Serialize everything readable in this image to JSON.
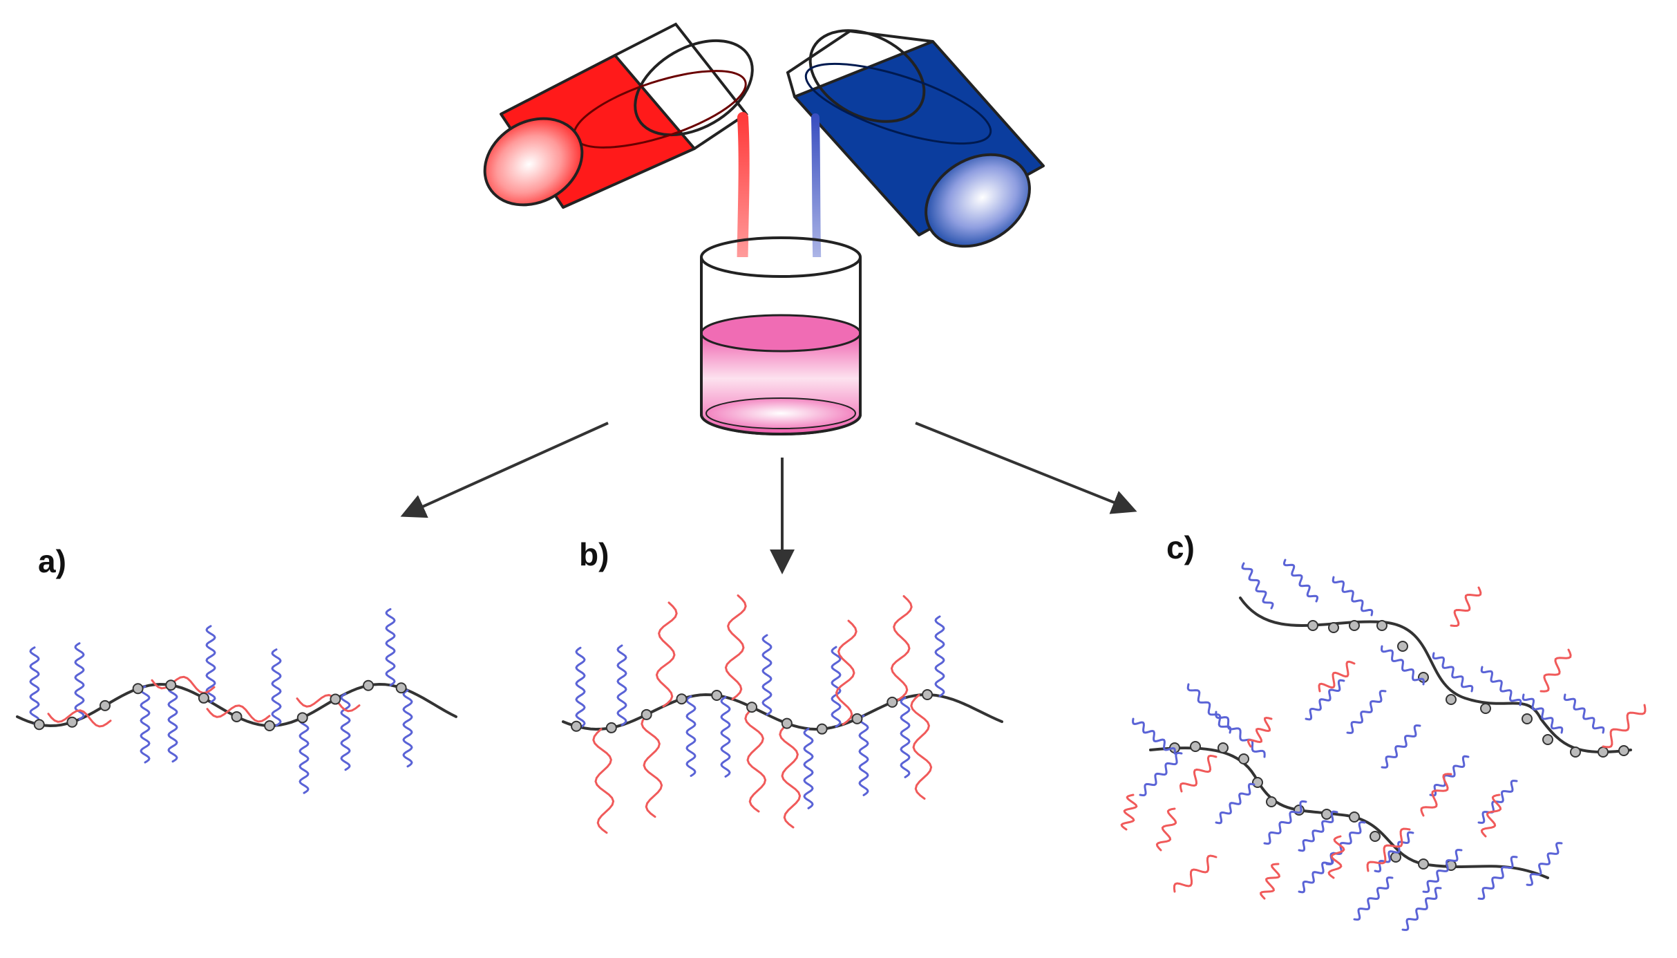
{
  "panels": [
    {
      "id": "a",
      "label": "a)"
    },
    {
      "id": "b",
      "label": "b)"
    },
    {
      "id": "c",
      "label": "c)"
    }
  ],
  "colors": {
    "red_solution": "#ff1a1a",
    "blue_solution": "#0b3d9e",
    "mixed_solution": "#f06cb4",
    "red_chain": "#f05a5a",
    "blue_chain": "#5a63d6",
    "backbone": "#333333",
    "arrow": "#555555",
    "outline": "#222222"
  },
  "icons": [
    "red-beaker-icon",
    "blue-beaker-icon",
    "mixed-beaker-icon",
    "arrow-icon"
  ]
}
